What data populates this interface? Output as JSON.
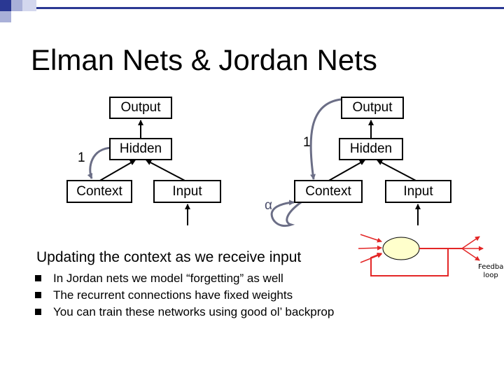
{
  "title": "Elman Nets & Jordan Nets",
  "elman": {
    "output_label": "Output",
    "hidden_label": "Hidden",
    "context_label": "Context",
    "input_label": "Input",
    "weight_label": "1"
  },
  "jordan": {
    "output_label": "Output",
    "hidden_label": "Hidden",
    "context_label": "Context",
    "input_label": "Input",
    "weight_label": "1",
    "decay_label": "α"
  },
  "subtitle": "Updating the context as we receive input",
  "bullets": [
    "In Jordan nets we model “forgetting” as well",
    "The recurrent connections have fixed weights",
    "You can train these networks using good ol’ backprop"
  ],
  "feedback_figure": {
    "label": "Feedback loop",
    "arrow_color": "#e32626",
    "node_fill": "#ffffcc"
  },
  "colors": {
    "recurrent_arrow": "#6b6e86",
    "accent_block": "#2a3893"
  }
}
